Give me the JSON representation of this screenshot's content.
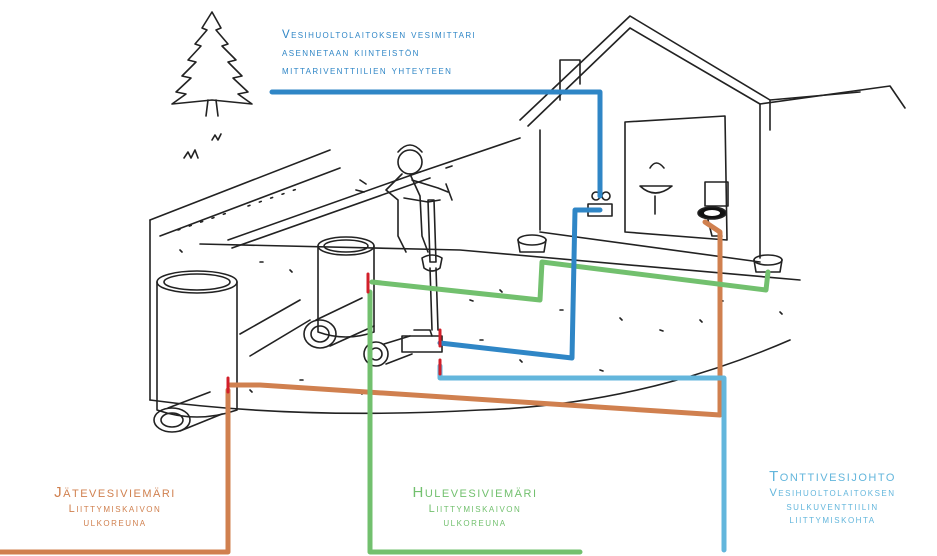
{
  "colors": {
    "water": "#2f86c6",
    "property_water": "#63b6dc",
    "storm": "#72c06e",
    "waste": "#d0804f",
    "connection_mark": "#d21f2a",
    "sketch": "#222222"
  },
  "top_note": {
    "lines": [
      "Vesihuoltolaitoksen vesimittari",
      "asennetaan kiinteistön",
      "mittariventtiilien yhteyteen"
    ]
  },
  "waste_sewer": {
    "title": "Jätevesiviemäri",
    "sub_lines": [
      "Liittymiskaivon",
      "ulkoreuna"
    ]
  },
  "storm_sewer": {
    "title": "Hulevesiviemäri",
    "sub_lines": [
      "Liittymiskaivon",
      "ulkoreuna"
    ]
  },
  "property_water_line": {
    "title": "Tonttivesijohto",
    "sub_lines": [
      "Vesihuoltolaitoksen",
      "sulkuventtiilin",
      "liittymiskohta"
    ]
  },
  "icons": [
    "tree-icon",
    "house-icon",
    "worker-icon",
    "manhole-icon",
    "sink-icon",
    "toilet-icon",
    "floor-drain-icon",
    "valve-icon",
    "pipe-icon"
  ]
}
